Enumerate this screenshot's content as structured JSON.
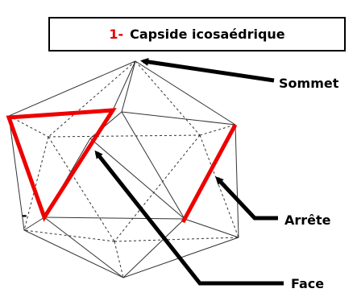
{
  "title": {
    "number": "1-",
    "text": "Capside icosaédrique"
  },
  "labels": {
    "vertex": "Sommet",
    "edge": "Arrête",
    "face": "Face",
    "tick": "-"
  },
  "colors": {
    "highlight": "#ee0000",
    "arrow": "#000000",
    "edges": "#333333"
  }
}
